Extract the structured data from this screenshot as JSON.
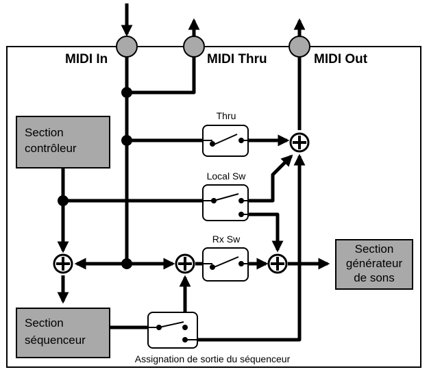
{
  "ports": {
    "midi_in": "MIDI In",
    "midi_thru": "MIDI Thru",
    "midi_out": "MIDI Out"
  },
  "switches": {
    "thru": "Thru",
    "local_sw": "Local Sw",
    "rx_sw": "Rx Sw",
    "assignation": "Assignation de sortie du séquenceur"
  },
  "sections": {
    "controleur": [
      "Section",
      "contrôleur"
    ],
    "sequenceur": [
      "Section",
      "séquenceur"
    ],
    "generateur": [
      "Section",
      "générateur",
      "de sons"
    ]
  },
  "colors": {
    "box_fill": "#a9a9a9",
    "port_fill": "#a9a9a9",
    "line": "#000000"
  }
}
